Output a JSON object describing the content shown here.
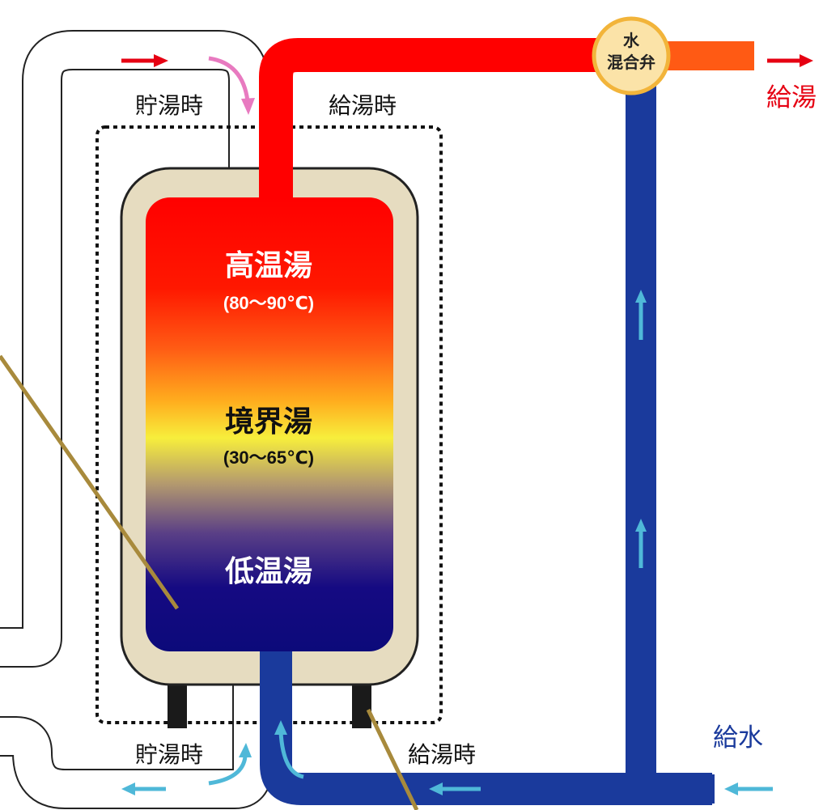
{
  "labels": {
    "storage_top": "貯湯時",
    "supply_top": "給湯時",
    "storage_bottom": "貯湯時",
    "supply_bottom": "給湯時",
    "hot_water_out": "給湯",
    "water_in": "給水",
    "valve_line1": "水",
    "valve_line2": "混合弁"
  },
  "tank": {
    "high": {
      "name": "高温湯",
      "temp": "(80〜90℃)"
    },
    "boundary": {
      "name": "境界湯",
      "temp": "(30〜65℃)"
    },
    "low": {
      "name": "低温湯"
    }
  },
  "colors": {
    "hot_pipe": "#ff0000",
    "cold_pipe": "#1a3a9c",
    "mix_pipe": "#ff5a14",
    "insulation": "#e6dcc0",
    "hot_arrow": "#e60012",
    "storage_arrow": "#e87ac0",
    "cold_arrow": "#4fb8d8",
    "valve_fill": "#fbe3a8",
    "valve_stroke": "#f2b43a",
    "leader_line": "#a88a3c"
  }
}
